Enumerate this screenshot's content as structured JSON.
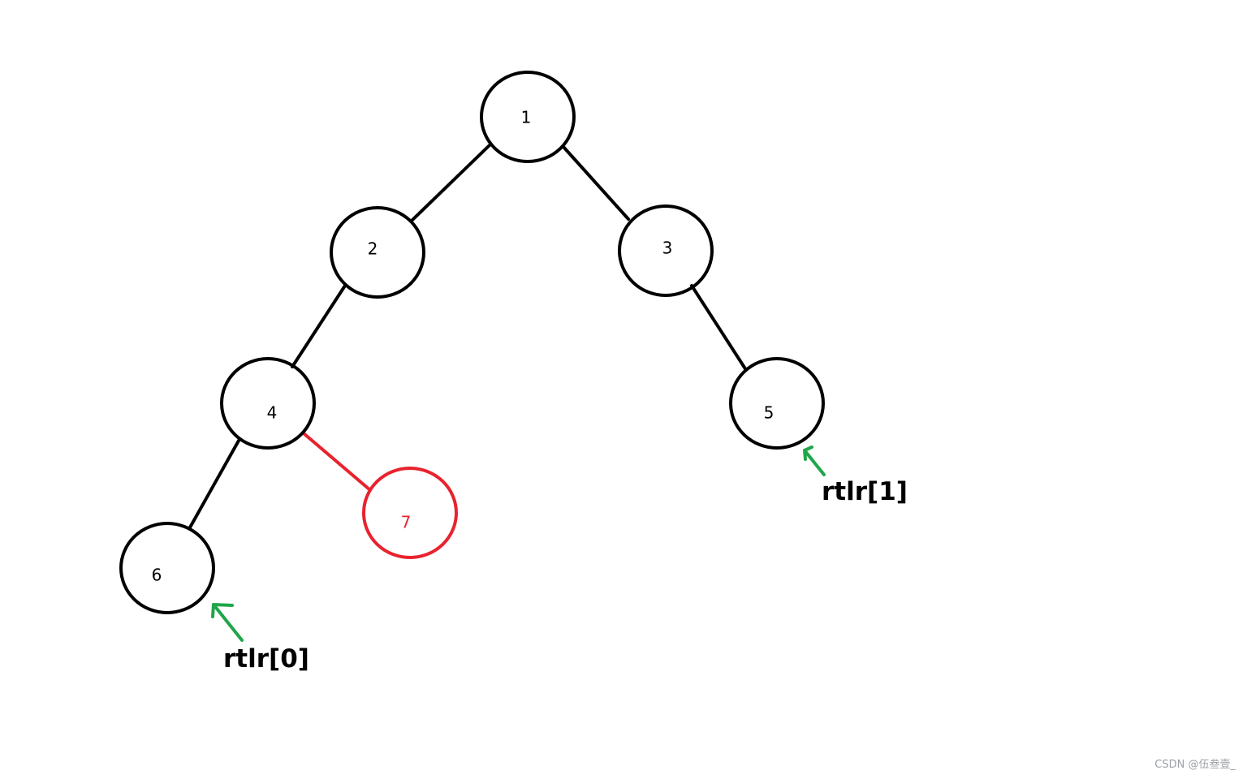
{
  "diagram": {
    "nodes": [
      {
        "id": "1",
        "label": "1",
        "color": "#000000"
      },
      {
        "id": "2",
        "label": "2",
        "color": "#000000"
      },
      {
        "id": "3",
        "label": "3",
        "color": "#000000"
      },
      {
        "id": "4",
        "label": "4",
        "color": "#000000"
      },
      {
        "id": "5",
        "label": "5",
        "color": "#000000"
      },
      {
        "id": "6",
        "label": "6",
        "color": "#000000"
      },
      {
        "id": "7",
        "label": "7",
        "color": "#e8232e"
      }
    ],
    "edges": [
      {
        "from": "1",
        "to": "2",
        "color": "#000000"
      },
      {
        "from": "1",
        "to": "3",
        "color": "#000000"
      },
      {
        "from": "2",
        "to": "4",
        "color": "#000000"
      },
      {
        "from": "3",
        "to": "5",
        "color": "#000000"
      },
      {
        "from": "4",
        "to": "6",
        "color": "#000000"
      },
      {
        "from": "4",
        "to": "7",
        "color": "#e8232e"
      }
    ],
    "pointers": [
      {
        "target": "6",
        "label": "rtlr[0]",
        "arrow_color": "#1fa64a"
      },
      {
        "target": "5",
        "label": "rtlr[1]",
        "arrow_color": "#1fa64a"
      }
    ]
  },
  "watermark": "CSDN @伍叁壹_"
}
